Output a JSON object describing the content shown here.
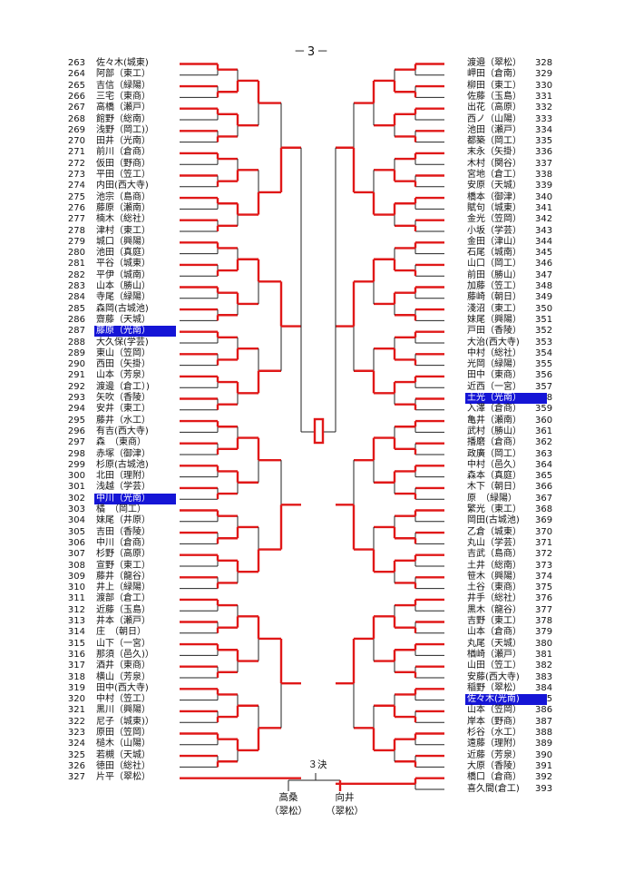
{
  "page_label": "－3－",
  "left_entries": [
    {
      "no": "263",
      "name": "佐々木(城東)"
    },
    {
      "no": "264",
      "name": "阿部（東工）"
    },
    {
      "no": "265",
      "name": "吉信（緑陽）"
    },
    {
      "no": "266",
      "name": "三宅（東商）"
    },
    {
      "no": "267",
      "name": "高橋（瀬戸）"
    },
    {
      "no": "268",
      "name": "館野（総南）"
    },
    {
      "no": "269",
      "name": "浅野（岡工)）"
    },
    {
      "no": "270",
      "name": "田井（光南）"
    },
    {
      "no": "271",
      "name": "前川（倉商）"
    },
    {
      "no": "272",
      "name": "仮田（野商）"
    },
    {
      "no": "273",
      "name": "平田（笠工）"
    },
    {
      "no": "274",
      "name": "内田(西大寺)"
    },
    {
      "no": "275",
      "name": "池宗（島商）"
    },
    {
      "no": "276",
      "name": "藤原（瀬南）"
    },
    {
      "no": "277",
      "name": "楠木（総社）"
    },
    {
      "no": "278",
      "name": "津村（東工）"
    },
    {
      "no": "279",
      "name": "城口（興陽）"
    },
    {
      "no": "280",
      "name": "池田（真庭）"
    },
    {
      "no": "281",
      "name": "平谷（城東）"
    },
    {
      "no": "282",
      "name": "平伊（城南）"
    },
    {
      "no": "283",
      "name": "山本（勝山）"
    },
    {
      "no": "284",
      "name": "寺尾（緑陽）"
    },
    {
      "no": "285",
      "name": "森岡(古城池)"
    },
    {
      "no": "286",
      "name": "齋藤（天城）"
    },
    {
      "no": "287",
      "name": "藤原（光南）",
      "hl": true
    },
    {
      "no": "288",
      "name": "大久保(学芸)"
    },
    {
      "no": "289",
      "name": "東山（笠岡）"
    },
    {
      "no": "290",
      "name": "西田（矢掛）"
    },
    {
      "no": "291",
      "name": "山本（芳泉）"
    },
    {
      "no": "292",
      "name": "渡邊（倉工）)"
    },
    {
      "no": "293",
      "name": "矢吹（香陵）"
    },
    {
      "no": "294",
      "name": "安井（東工）"
    },
    {
      "no": "295",
      "name": "藤井（水工）"
    },
    {
      "no": "296",
      "name": "有吉(西大寺)"
    },
    {
      "no": "297",
      "name": "森　（東商）"
    },
    {
      "no": "298",
      "name": "赤塚（御津）"
    },
    {
      "no": "299",
      "name": "杉原(古城池)"
    },
    {
      "no": "300",
      "name": "北田（理附）"
    },
    {
      "no": "301",
      "name": "浅越（学芸）"
    },
    {
      "no": "302",
      "name": "中川（光南）",
      "hl": true
    },
    {
      "no": "303",
      "name": "橘　（岡工）"
    },
    {
      "no": "304",
      "name": "妹尾（井原）"
    },
    {
      "no": "305",
      "name": "吉田（香陵）"
    },
    {
      "no": "306",
      "name": "中川（倉商）"
    },
    {
      "no": "307",
      "name": "杉野（高原）"
    },
    {
      "no": "308",
      "name": "宣野（東工）"
    },
    {
      "no": "309",
      "name": "藤井（龍谷）"
    },
    {
      "no": "310",
      "name": "井上（緑陽）"
    },
    {
      "no": "311",
      "name": "渡部（倉工）"
    },
    {
      "no": "312",
      "name": "近藤（玉島）"
    },
    {
      "no": "313",
      "name": "井本（瀬戸）"
    },
    {
      "no": "314",
      "name": "庄　（朝日）"
    },
    {
      "no": "315",
      "name": "山下（一宮）"
    },
    {
      "no": "316",
      "name": "那須（邑久)）"
    },
    {
      "no": "317",
      "name": "酒井（東商）"
    },
    {
      "no": "318",
      "name": "横山（芳泉）"
    },
    {
      "no": "319",
      "name": "田中(西大寺)"
    },
    {
      "no": "320",
      "name": "中村（笠工）"
    },
    {
      "no": "321",
      "name": "黒川（興陽）"
    },
    {
      "no": "322",
      "name": "尼子（城東)）"
    },
    {
      "no": "323",
      "name": "原田（笠岡）"
    },
    {
      "no": "324",
      "name": "槌木（山陽）"
    },
    {
      "no": "325",
      "name": "若槻（天城）"
    },
    {
      "no": "326",
      "name": "徳田（総社）"
    },
    {
      "no": "327",
      "name": "片平（翠松）"
    }
  ],
  "right_entries": [
    {
      "no": "328",
      "name": "渡邉（翠松）"
    },
    {
      "no": "329",
      "name": "岬田（倉南）"
    },
    {
      "no": "330",
      "name": "柳田（東工）"
    },
    {
      "no": "331",
      "name": "佐藤（玉島）"
    },
    {
      "no": "332",
      "name": "出花（高原）"
    },
    {
      "no": "333",
      "name": "西ノ（山陽）"
    },
    {
      "no": "334",
      "name": "池田（瀬戸）"
    },
    {
      "no": "335",
      "name": "都築（岡工）"
    },
    {
      "no": "336",
      "name": "末永（矢掛）"
    },
    {
      "no": "337",
      "name": "木村（関谷）"
    },
    {
      "no": "338",
      "name": "宮地（倉工）"
    },
    {
      "no": "339",
      "name": "安原（天城）"
    },
    {
      "no": "340",
      "name": "橋本（御津）"
    },
    {
      "no": "341",
      "name": "賦句（城東）"
    },
    {
      "no": "342",
      "name": "金光（笠岡）"
    },
    {
      "no": "343",
      "name": "小坂（学芸）"
    },
    {
      "no": "344",
      "name": "金田（津山）"
    },
    {
      "no": "345",
      "name": "石尾（城南）"
    },
    {
      "no": "346",
      "name": "山口（岡工）"
    },
    {
      "no": "347",
      "name": "前田（勝山）"
    },
    {
      "no": "348",
      "name": "加藤（笠工）"
    },
    {
      "no": "349",
      "name": "藤崎（朝日）"
    },
    {
      "no": "350",
      "name": "淺沼（東工）"
    },
    {
      "no": "351",
      "name": "妹尾（興陽）"
    },
    {
      "no": "352",
      "name": "戸田（香陵）"
    },
    {
      "no": "353",
      "name": "大治(西大寺)"
    },
    {
      "no": "354",
      "name": "中村（総社）"
    },
    {
      "no": "355",
      "name": "光岡（緑陽）"
    },
    {
      "no": "356",
      "name": "田中（東商）"
    },
    {
      "no": "357",
      "name": "近西（一宮）"
    },
    {
      "no": "358",
      "name": "土光（光南）",
      "hl": true
    },
    {
      "no": "359",
      "name": "入澤（倉商）"
    },
    {
      "no": "360",
      "name": "亀井（瀬南）"
    },
    {
      "no": "361",
      "name": "武村（勝山）"
    },
    {
      "no": "362",
      "name": "播磨（倉商）"
    },
    {
      "no": "363",
      "name": "政廣（岡工）"
    },
    {
      "no": "364",
      "name": "中村（邑久）"
    },
    {
      "no": "365",
      "name": "森本（真庭）"
    },
    {
      "no": "366",
      "name": "木下（朝日）"
    },
    {
      "no": "367",
      "name": "原　（緑陽）"
    },
    {
      "no": "368",
      "name": "繁光（東工）"
    },
    {
      "no": "369",
      "name": "岡田(古城池)"
    },
    {
      "no": "370",
      "name": "乙倉（城東）"
    },
    {
      "no": "371",
      "name": "丸山（学芸）"
    },
    {
      "no": "372",
      "name": "吉武（島商）"
    },
    {
      "no": "373",
      "name": "土井（総南）"
    },
    {
      "no": "374",
      "name": "笹木（興陽）"
    },
    {
      "no": "375",
      "name": "土谷（東商）"
    },
    {
      "no": "376",
      "name": "井手（総社）"
    },
    {
      "no": "377",
      "name": "黒木（龍谷）"
    },
    {
      "no": "378",
      "name": "吉野（東工）"
    },
    {
      "no": "379",
      "name": "山本（倉商）"
    },
    {
      "no": "380",
      "name": "丸尾（天城）"
    },
    {
      "no": "381",
      "name": "楢崎（瀬戸）"
    },
    {
      "no": "382",
      "name": "山田（笠工）"
    },
    {
      "no": "383",
      "name": "安藤(西大寺)"
    },
    {
      "no": "384",
      "name": "稲野（翠松）"
    },
    {
      "no": "385",
      "name": "佐々木(光南)",
      "hl": true
    },
    {
      "no": "386",
      "name": "山本（笠岡）"
    },
    {
      "no": "387",
      "name": "岸本（野商）"
    },
    {
      "no": "388",
      "name": "杉谷（水工）"
    },
    {
      "no": "389",
      "name": "遠藤（理附）"
    },
    {
      "no": "390",
      "name": "近藤（芳泉）"
    },
    {
      "no": "391",
      "name": "大原（香陵）"
    },
    {
      "no": "392",
      "name": "橋口（倉商）"
    },
    {
      "no": "393",
      "name": "喜久間(倉工)"
    }
  ],
  "third_place": {
    "label": "３決",
    "left_name": "高桑",
    "left_school": "（翠松）",
    "right_name": "向井",
    "right_school": "（翠松）"
  }
}
